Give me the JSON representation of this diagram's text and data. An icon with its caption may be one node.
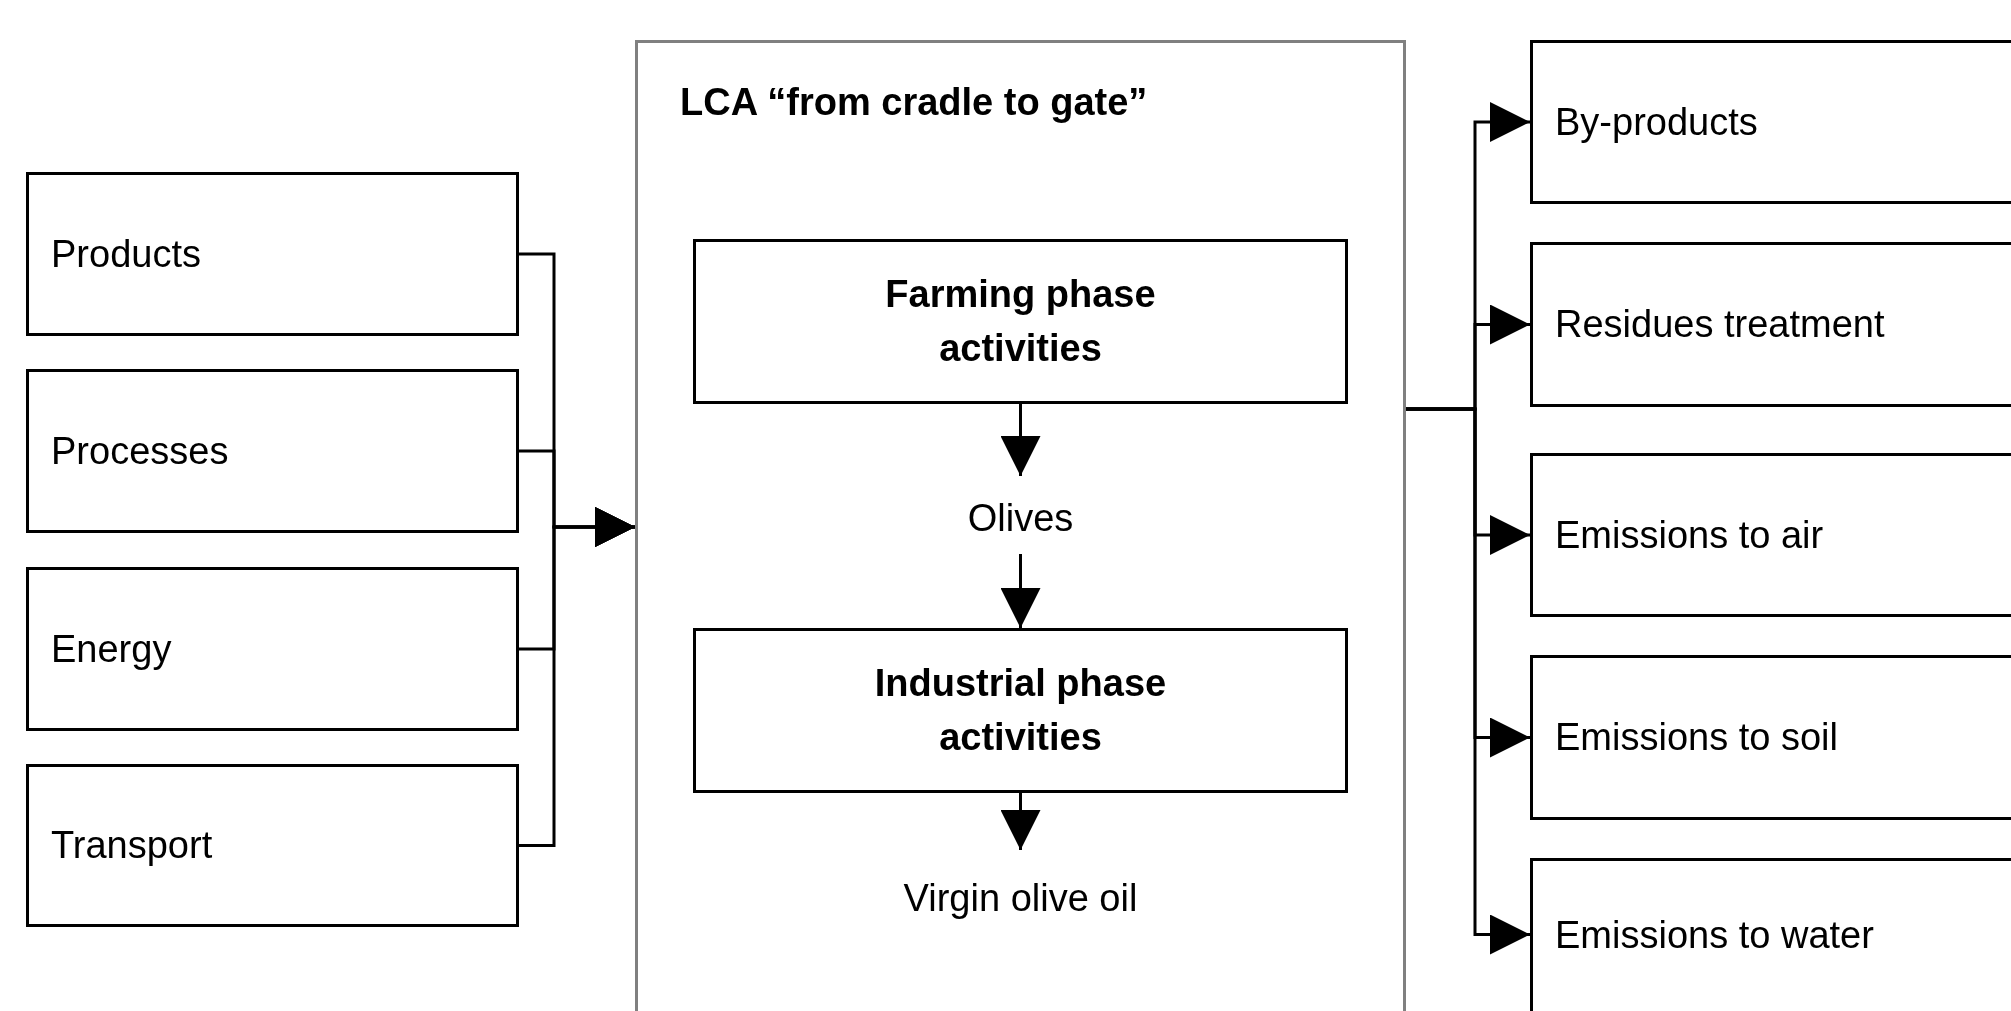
{
  "diagram": {
    "nodes": [
      {
        "text": [
          "Products"
        ]
      },
      {
        "text": [
          "Processes"
        ]
      },
      {
        "text": [
          "Energy"
        ]
      },
      {
        "text": [
          "Transport"
        ]
      },
      {
        "text": [
          "LCA “from cradle to gate”"
        ]
      },
      {
        "text": [
          "Farming phase activities"
        ],
        "in": 4
      },
      {
        "text": [
          "Olives"
        ],
        "in": 4
      },
      {
        "text": [
          "Industrial phase activities"
        ],
        "in": 4
      },
      {
        "text": [
          "Virgin olive oil"
        ],
        "in": 4
      },
      {
        "text": [
          "By-products"
        ]
      },
      {
        "text": [
          "Residues treatment"
        ]
      },
      {
        "text": [
          "Emissions to air"
        ]
      },
      {
        "text": [
          "Emissions to soil"
        ]
      },
      {
        "text": [
          "Emissions to water"
        ]
      }
    ],
    "edges": [
      {
        "from": 0,
        "to": 4,
        "arrow": "to"
      },
      {
        "from": 1,
        "to": 4,
        "arrow": "to"
      },
      {
        "from": 2,
        "to": 4,
        "arrow": "to"
      },
      {
        "from": 3,
        "to": 4,
        "arrow": "to"
      },
      {
        "from": 5,
        "to": 6,
        "arrow": "to"
      },
      {
        "from": 6,
        "to": 7,
        "arrow": "to"
      },
      {
        "from": 7,
        "to": 8,
        "arrow": "to"
      },
      {
        "from": 4,
        "to": 9,
        "arrow": "to"
      },
      {
        "from": 4,
        "to": 10,
        "arrow": "to"
      },
      {
        "from": 4,
        "to": 11,
        "arrow": "to"
      },
      {
        "from": 4,
        "to": 12,
        "arrow": "to"
      },
      {
        "from": 4,
        "to": 13,
        "arrow": "to"
      }
    ]
  }
}
